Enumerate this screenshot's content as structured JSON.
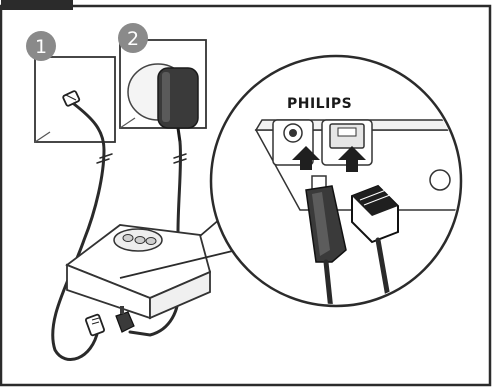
{
  "figure": {
    "steps": [
      {
        "number": "1"
      },
      {
        "number": "2"
      }
    ],
    "brand": "PHILIPS",
    "colors": {
      "frame": "#2b2b2b",
      "marker_fill": "#8a8a8a",
      "plug_dark": "#3a3a3a",
      "wall_line": "#555555"
    }
  }
}
